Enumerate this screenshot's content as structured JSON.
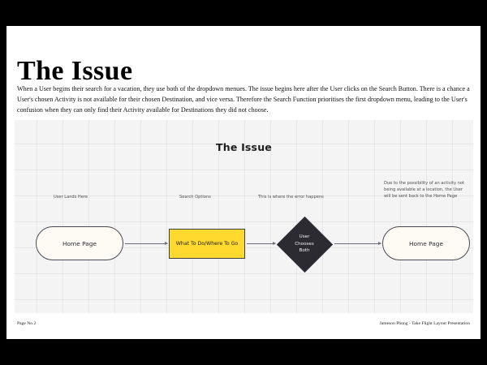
{
  "slide": {
    "title": "The Issue",
    "paragraph": "When a User begins their search for a vacation, they use both of the dropdown menues. The issue begins here after the User clicks on the Search Button. There is a chance a User's chosen Activity is not available for their chosen Destination, and vice versa. Therefore the Search Function prioritises the first dropdown menu, leading to the User's confusion when they can only find their Activity available for Destinations they did not choose."
  },
  "diagram": {
    "title": "The Issue",
    "notes": {
      "user_lands": "User Lands Here",
      "search_options": "Search Options",
      "error": "This is where the error happens",
      "return": "Due to the possibility of an activity not being available at a location, the User will be sent back to the Home Page"
    },
    "nodes": {
      "home_left": "Home Page",
      "search_options": "What To Do/Where To Go",
      "decision_line1": "User",
      "decision_line2": "Chooses",
      "decision_line3": "Both",
      "home_right": "Home Page"
    },
    "colors": {
      "canvas_background": "#f4f4f4",
      "grid_line": "#e7e7e7",
      "stadium_fill": "#fdfbf4",
      "stadium_border": "#4a4a52",
      "highlight_fill": "#ffd92e",
      "decision_fill": "#2b2b31",
      "connector": "#6e6e76"
    }
  },
  "footer": {
    "page": "Page No.2",
    "credit": "Jameson Phong - Take Flight Layout Presentation"
  }
}
